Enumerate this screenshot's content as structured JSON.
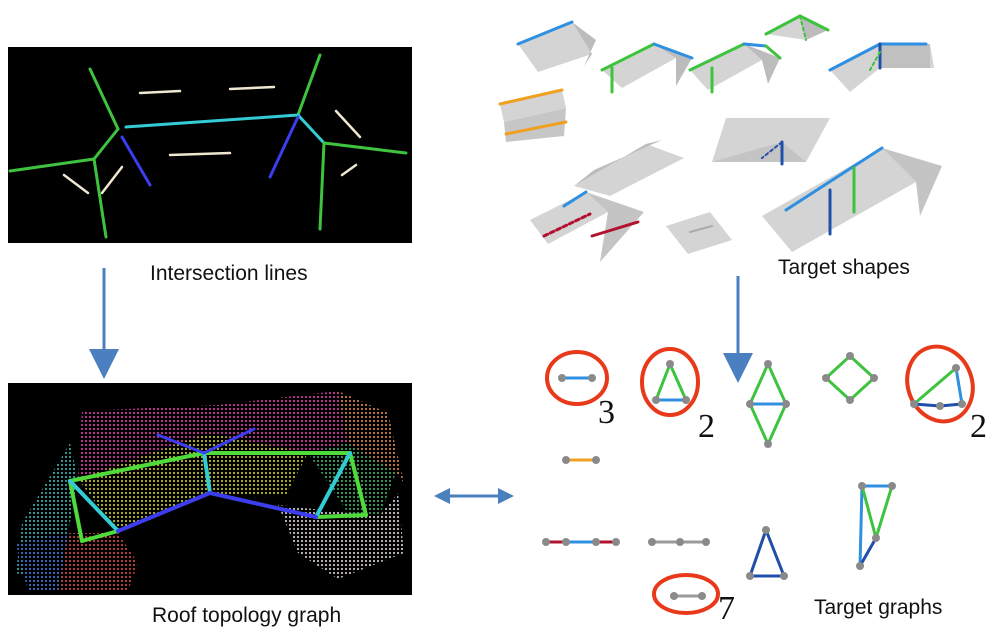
{
  "labels": {
    "intersection_lines": "Intersection lines",
    "target_shapes": "Target shapes",
    "roof_topology_graph": "Roof topology graph",
    "target_graphs": "Target graphs"
  },
  "counts": {
    "single_edge": "3",
    "triangle": "2",
    "quad": "2",
    "short_edge": "7"
  },
  "colors": {
    "blue_edge": "#2f8fe0",
    "green_edge": "#3ec33e",
    "orange_edge": "#f0a020",
    "red_edge": "#b3122e",
    "dark_blue_edge": "#1f4fa8",
    "gray_edge": "#9a9a9a",
    "node": "#8a8a8a",
    "highlight_circle": "#e83a1a",
    "arrow": "#4a7fc0"
  }
}
